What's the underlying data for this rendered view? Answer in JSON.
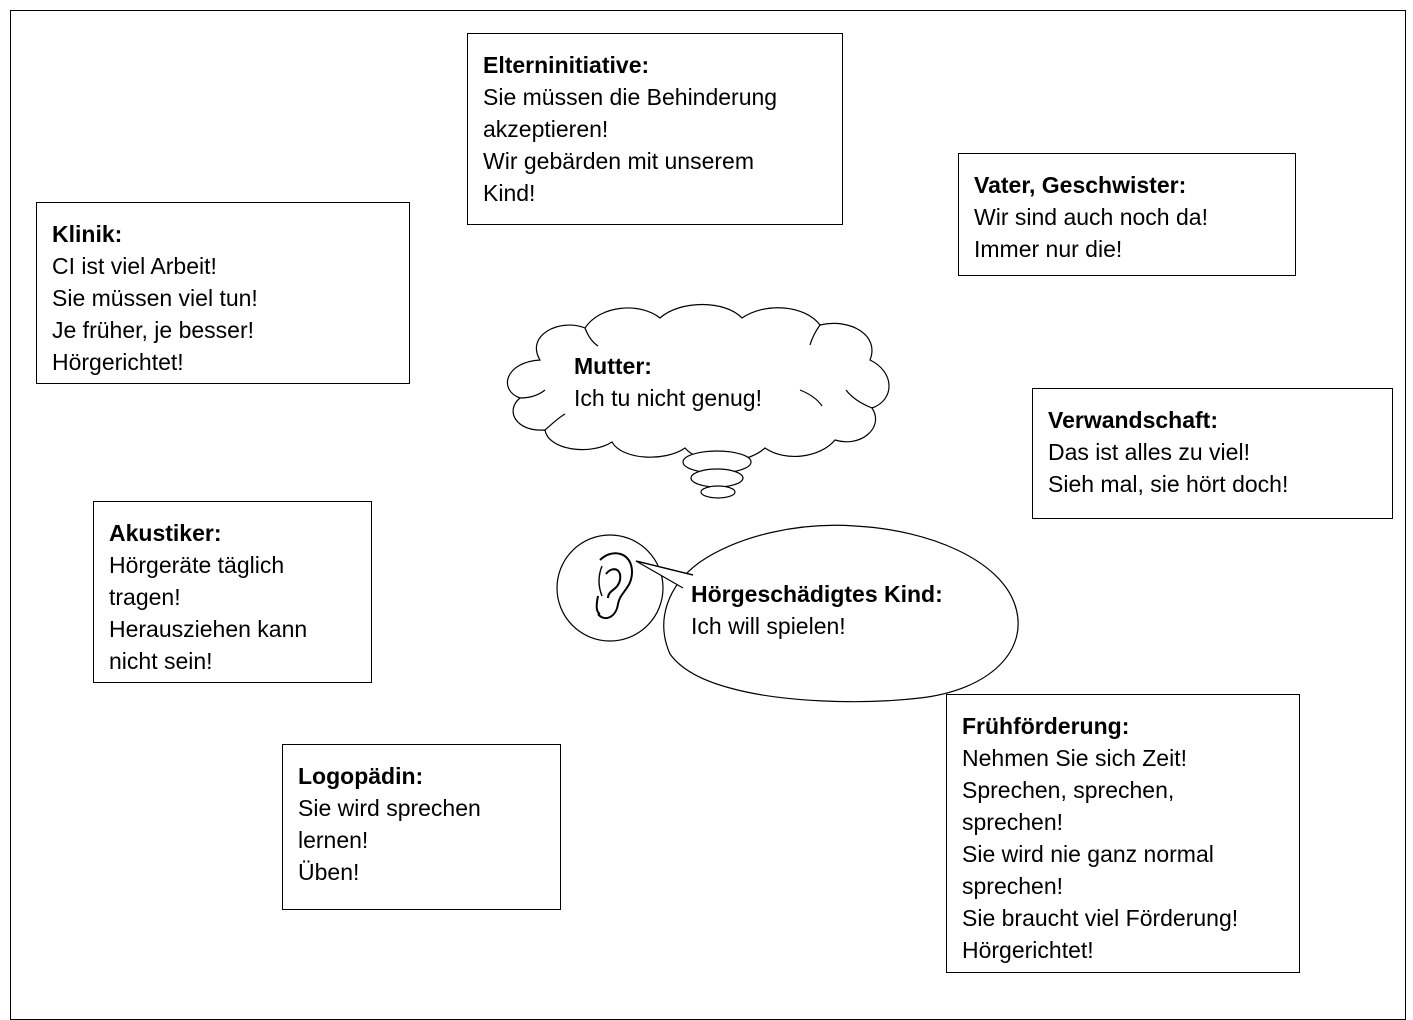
{
  "boxes": {
    "elterninitiative": {
      "title": "Elterninitiative:",
      "lines": [
        "Sie müssen die Behinderung",
        "akzeptieren!",
        "Wir gebärden mit unserem",
        "Kind!"
      ]
    },
    "vater": {
      "title": "Vater, Geschwister:",
      "lines": [
        "Wir sind auch noch da!",
        "Immer nur die!"
      ]
    },
    "klinik": {
      "title": "Klinik:",
      "lines": [
        "CI ist viel Arbeit!",
        "Sie müssen viel tun!",
        "Je früher, je besser!",
        "Hörgerichtet!"
      ]
    },
    "verwandschaft": {
      "title": "Verwandschaft:",
      "lines": [
        "Das ist alles zu viel!",
        "Sieh mal, sie hört doch!"
      ]
    },
    "akustiker": {
      "title": "Akustiker:",
      "lines": [
        "Hörgeräte täglich",
        "tragen!",
        "Herausziehen kann",
        "nicht sein!"
      ]
    },
    "logopaedin": {
      "title": "Logopädin:",
      "lines": [
        "Sie wird sprechen",
        "lernen!",
        "Üben!"
      ]
    },
    "fruehfoerderung": {
      "title": "Frühförderung:",
      "lines": [
        "Nehmen Sie sich Zeit!",
        "Sprechen, sprechen,",
        "sprechen!",
        "Sie wird nie ganz normal",
        "sprechen!",
        "Sie braucht viel Förderung!",
        "Hörgerichtet!"
      ]
    }
  },
  "mutter": {
    "title": "Mutter:",
    "lines": [
      "Ich tu nicht genug!"
    ]
  },
  "kind": {
    "title": "Hörgeschädigtes Kind:",
    "lines": [
      "Ich will spielen!"
    ],
    "icon": "ear-icon"
  },
  "colors": {
    "stroke": "#000000",
    "background": "#ffffff"
  }
}
